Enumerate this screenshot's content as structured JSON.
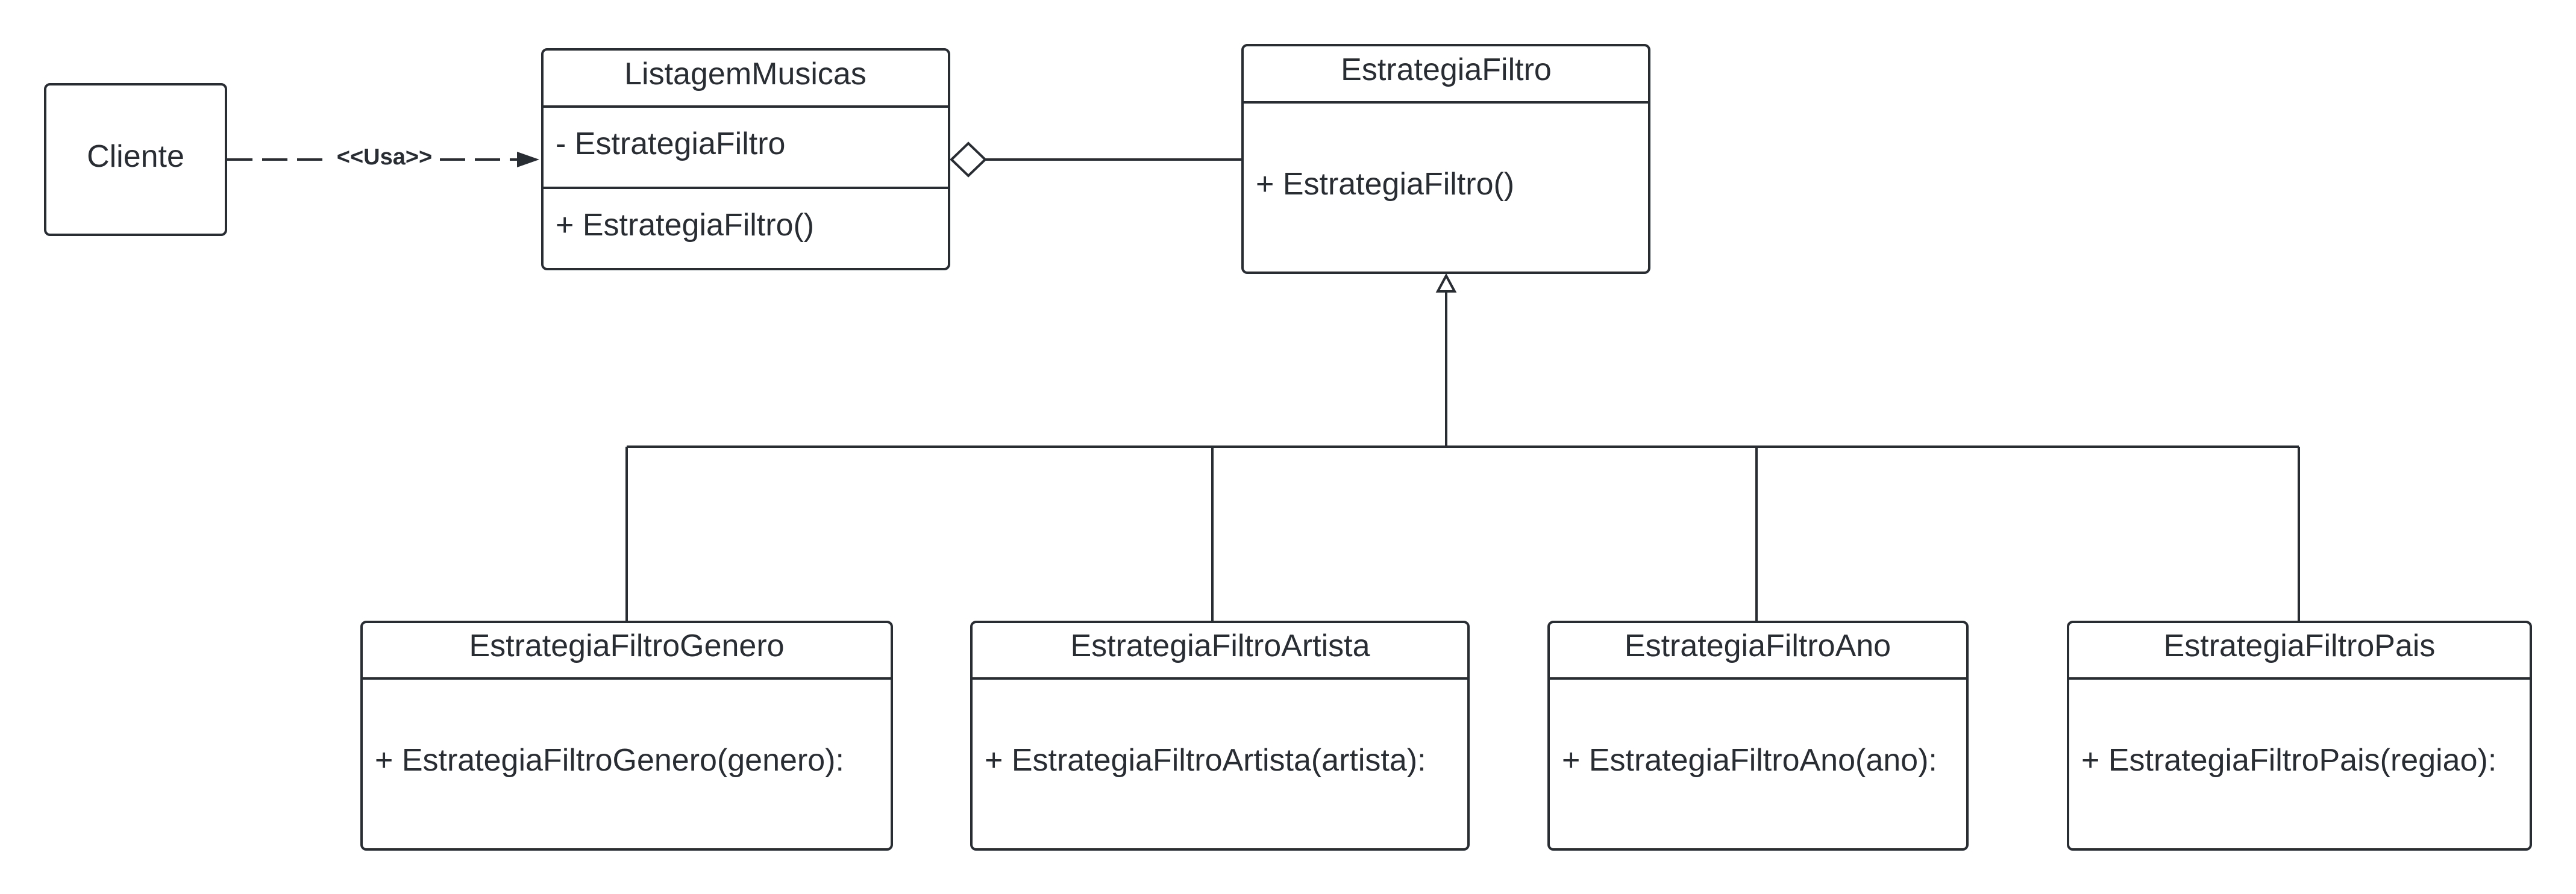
{
  "cliente": {
    "label": "Cliente"
  },
  "listagem": {
    "title": "ListagemMusicas",
    "attribute": "- EstrategiaFiltro",
    "method": "+ EstrategiaFiltro()"
  },
  "estrategia": {
    "title": "EstrategiaFiltro",
    "method": "+ EstrategiaFiltro()"
  },
  "uses_label": "<<Usa>>",
  "subclasses": [
    {
      "title": "EstrategiaFiltroGenero",
      "method": "+ EstrategiaFiltroGenero(genero):"
    },
    {
      "title": "EstrategiaFiltroArtista",
      "method": "+ EstrategiaFiltroArtista(artista):"
    },
    {
      "title": "EstrategiaFiltroAno",
      "method": "+ EstrategiaFiltroAno(ano):"
    },
    {
      "title": "EstrategiaFiltroPais",
      "method": "+ EstrategiaFiltroPais(regiao):"
    }
  ]
}
